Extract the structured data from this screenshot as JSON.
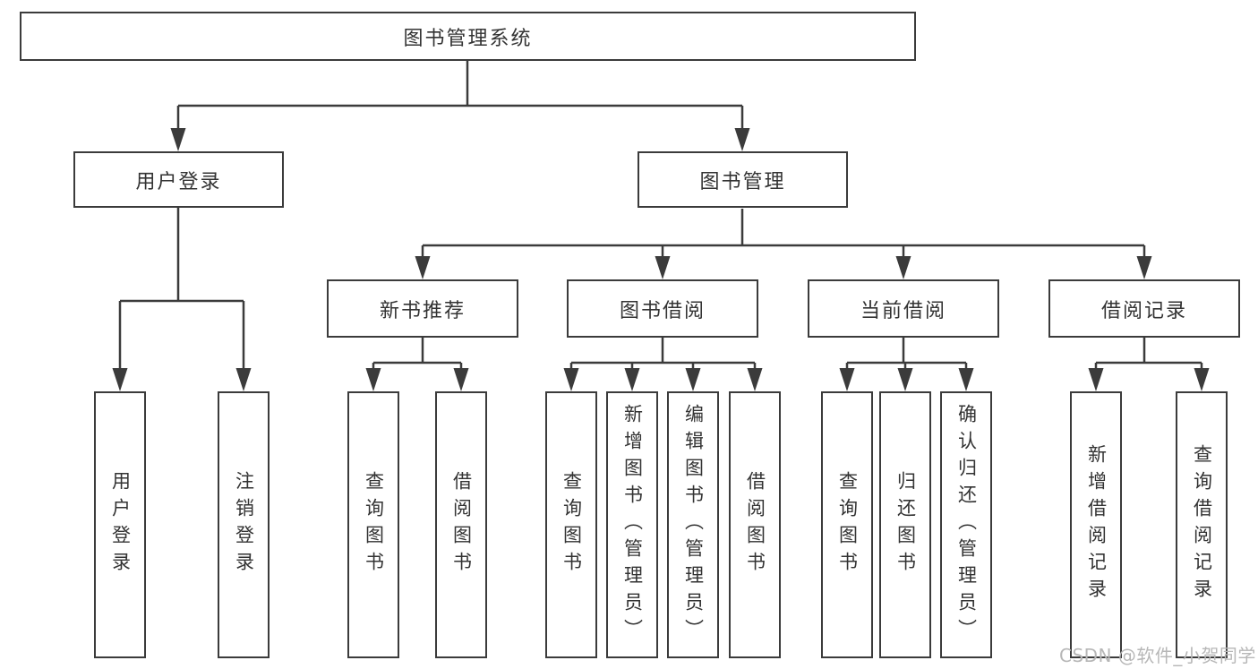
{
  "colors": {
    "line": "#3b3b3b",
    "text": "#333333",
    "background": "#ffffff",
    "watermark": "#b7b7b7"
  },
  "watermark": {
    "text": "CSDN @软件_小贺同学"
  },
  "tree": {
    "root": "图书管理系统",
    "branches": [
      {
        "label": "用户登录",
        "leaves": [
          "用户登录",
          "注销登录"
        ]
      },
      {
        "label": "图书管理",
        "groups": [
          {
            "label": "新书推荐",
            "leaves": [
              "查询图书",
              "借阅图书"
            ]
          },
          {
            "label": "图书借阅",
            "leaves": [
              "查询图书",
              "新增图书（管理员）",
              "编辑图书（管理员）",
              "借阅图书"
            ]
          },
          {
            "label": "当前借阅",
            "leaves": [
              "查询图书",
              "归还图书",
              "确认归还（管理员）"
            ]
          },
          {
            "label": "借阅记录",
            "leaves": [
              "新增借阅记录",
              "查询借阅记录"
            ]
          }
        ]
      }
    ]
  }
}
